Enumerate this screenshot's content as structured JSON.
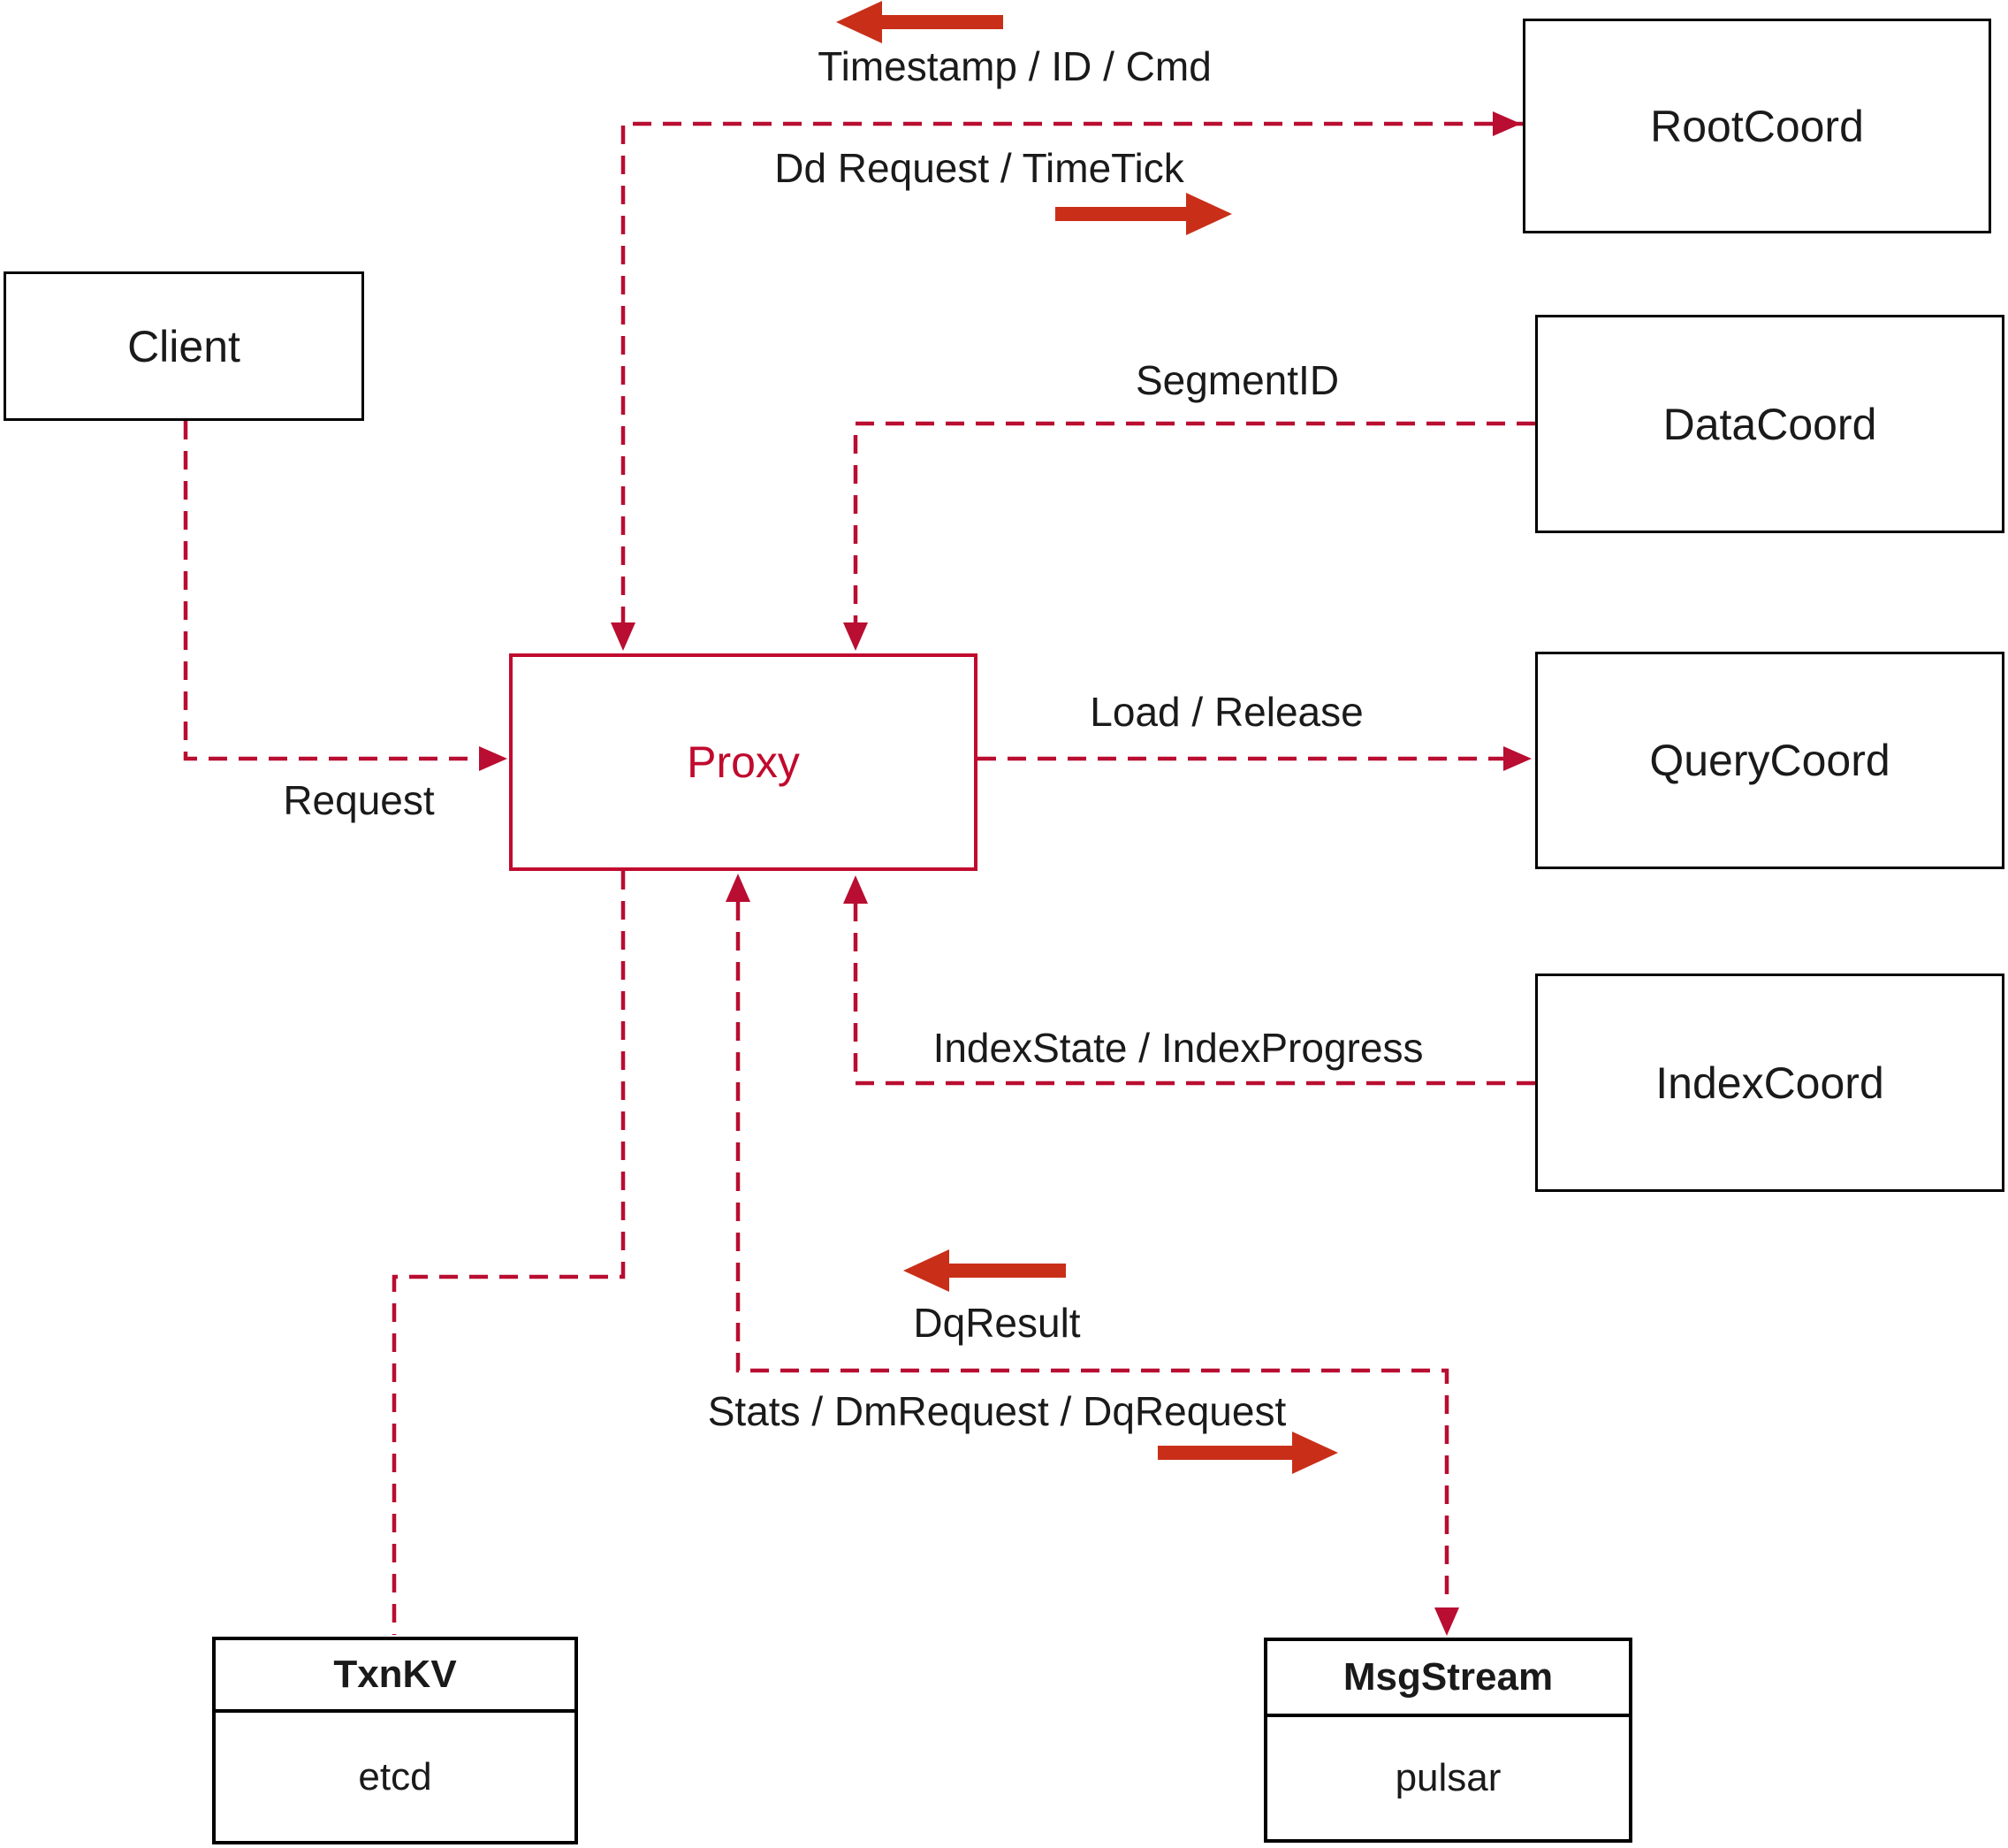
{
  "diagram": {
    "description_visible": false
  },
  "colors": {
    "line_red": "#b90d31",
    "arrow_red": "#c92f18",
    "proxy_red": "#c00a2e",
    "box_black": "#000000",
    "label_black": "#1a1a1a",
    "bg": "#ffffff"
  },
  "nodes": {
    "client": {
      "label": "Client"
    },
    "root_coord": {
      "label": "RootCoord"
    },
    "data_coord": {
      "label": "DataCoord"
    },
    "query_coord": {
      "label": "QueryCoord"
    },
    "index_coord": {
      "label": "IndexCoord"
    },
    "proxy": {
      "label": "Proxy"
    },
    "txn_kv": {
      "title": "TxnKV",
      "impl": "etcd"
    },
    "msg_stream": {
      "title": "MsgStream",
      "impl": "pulsar"
    }
  },
  "edge_labels": {
    "timestamp_id_cmd": "Timestamp / ID / Cmd",
    "dd_request_timetick": "Dd Request / TimeTick",
    "segment_id": "SegmentID",
    "load_release": "Load / Release",
    "request": "Request",
    "index_state_progress": "IndexState / IndexProgress",
    "dq_result": "DqResult",
    "stats_dm_dq_request": "Stats / DmRequest / DqRequest"
  }
}
